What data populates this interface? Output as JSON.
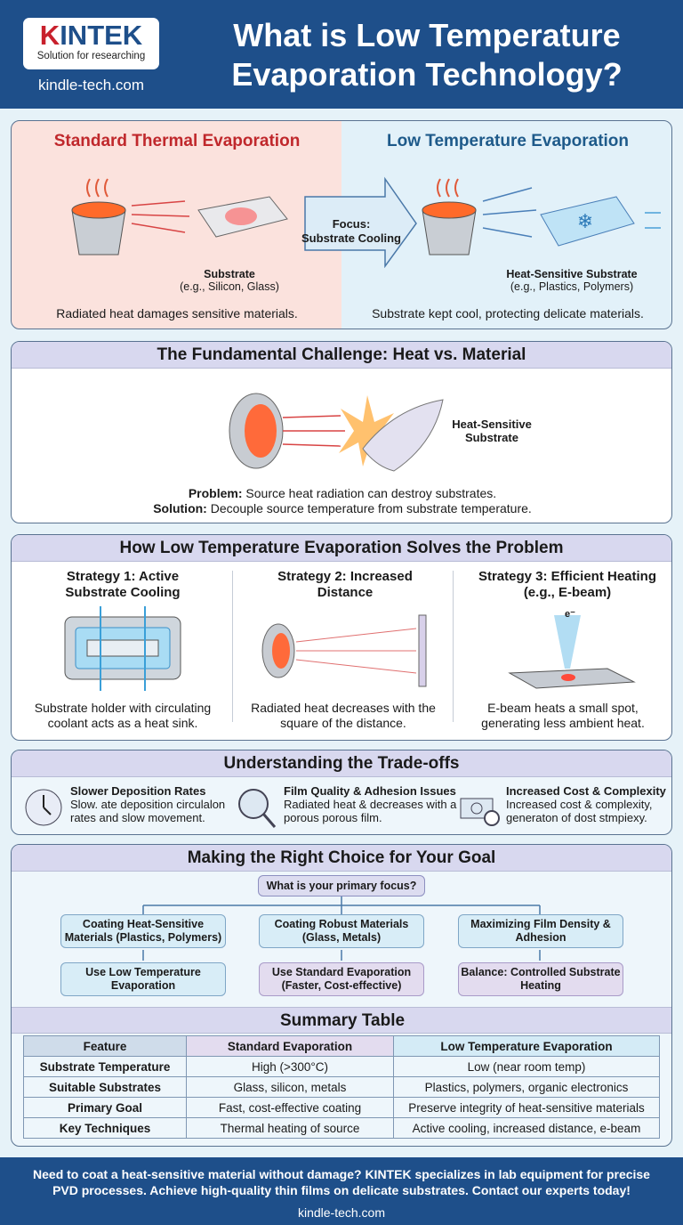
{
  "header": {
    "logo": "KINTEK",
    "logo_tagline": "Solution for researching",
    "url": "kindle-tech.com",
    "title": "What is Low Temperature Evaporation Technology?"
  },
  "comparison": {
    "left": {
      "title": "Standard Thermal Evaporation",
      "substrate_label": "Substrate",
      "substrate_examples": "(e.g., Silicon, Glass)",
      "caption": "Radiated heat damages sensitive materials."
    },
    "arrow": {
      "line1": "Focus:",
      "line2": "Substrate Cooling"
    },
    "right": {
      "title": "Low Temperature Evaporation",
      "substrate_label": "Heat-Sensitive Substrate",
      "substrate_examples": "(e.g., Plastics, Polymers)",
      "caption": "Substrate kept cool, protecting delicate materials."
    },
    "colors": {
      "left_title": "#c0282c",
      "right_title": "#1e5a8a"
    }
  },
  "challenge": {
    "title": "The Fundamental Challenge: Heat vs. Material",
    "substrate_label": "Heat-Sensitive Substrate",
    "problem_label": "Problem:",
    "problem_text": " Source heat radiation can destroy substrates.",
    "solution_label": "Solution:",
    "solution_text": " Decouple source temperature from substrate temperature."
  },
  "strategies": {
    "title": "How Low Temperature Evaporation Solves the Problem",
    "items": [
      {
        "title": "Strategy 1: Active Substrate Cooling",
        "desc": "Substrate holder with circulating coolant acts as a heat sink."
      },
      {
        "title": "Strategy 2: Increased Distance",
        "desc": "Radiated heat decreases with the square of the distance."
      },
      {
        "title": "Strategy 3: Efficient Heating (e.g., E-beam)",
        "desc": "E-beam heats a small spot, generating less ambient heat.",
        "symbol": "e⁻"
      }
    ]
  },
  "tradeoffs": {
    "title": "Understanding the Trade-offs",
    "items": [
      {
        "icon": "clock-icon",
        "title": "Slower Deposition Rates",
        "desc": "Slow. ate deposition circulalon rates and slow movement."
      },
      {
        "icon": "magnifier-icon",
        "title": "Film Quality & Adhesion Issues",
        "desc": "Radiated heat & decreases with a porous porous film."
      },
      {
        "icon": "money-gear-icon",
        "title": "Increased Cost & Complexity",
        "desc": "Increased cost & complexity, generaton of dost stmpiexy."
      }
    ]
  },
  "decision": {
    "title": "Making the Right Choice for Your Goal",
    "question": "What is your primary focus?",
    "branches": [
      {
        "goal": "Coating Heat-Sensitive Materials (Plastics, Polymers)",
        "answer": "Use Low Temperature Evaporation"
      },
      {
        "goal": "Coating Robust Materials (Glass, Metals)",
        "answer": "Use Standard Evaporation (Faster, Cost-effective)"
      },
      {
        "goal": "Maximizing Film Density & Adhesion",
        "answer": "Balance: Controlled Substrate Heating"
      }
    ]
  },
  "summary": {
    "title": "Summary Table",
    "headers": [
      "Feature",
      "Standard Evaporation",
      "Low Temperature Evaporation"
    ],
    "rows": [
      [
        "Substrate Temperature",
        "High (>300°C)",
        "Low (near room temp)"
      ],
      [
        "Suitable Substrates",
        "Glass, silicon, metals",
        "Plastics, polymers, organic electronics"
      ],
      [
        "Primary Goal",
        "Fast, cost-effective coating",
        "Preserve integrity of heat-sensitive materials"
      ],
      [
        "Key Techniques",
        "Thermal heating of source",
        "Active cooling, increased distance, e-beam"
      ]
    ]
  },
  "footer": {
    "line1": "Need to coat a heat-sensitive material without damage? KINTEK specializes in lab equipment for precise",
    "line2": "PVD processes. Achieve high-quality thin films on delicate substrates. Contact our experts today!",
    "url": "kindle-tech.com"
  }
}
